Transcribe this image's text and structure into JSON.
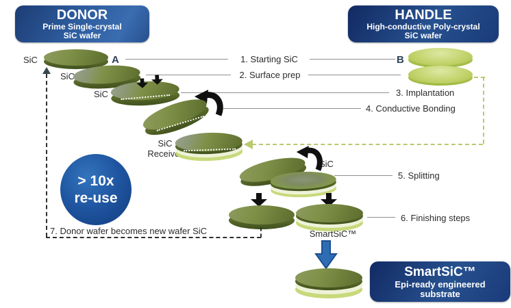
{
  "donor_box": {
    "title": "DONOR",
    "line1": "Prime Single-crystal",
    "line2": "SiC wafer"
  },
  "handle_box": {
    "title": "HANDLE",
    "line1": "High-conductive Poly-crystal",
    "line2": "SiC wafer"
  },
  "result_box": {
    "title": "SmartSiC™",
    "line1": "Epi-ready engineered",
    "line2": "substrate"
  },
  "steps": [
    {
      "label": "1. Starting SiC"
    },
    {
      "label": "2. Surface prep"
    },
    {
      "label": "3. Implantation"
    },
    {
      "label": "4. Conductive Bonding"
    },
    {
      "label": "5. Splitting"
    },
    {
      "label": "6. Finishing steps"
    },
    {
      "label": "7. Donor wafer becomes new wafer SiC"
    }
  ],
  "markers": {
    "a": "A",
    "b": "B"
  },
  "labels": {
    "sic1": "SiC",
    "sic2": "SiC",
    "sic3": "SiC",
    "receiver_line1": "SiC",
    "receiver_line2": "Receiver",
    "split_sic": "SiC",
    "smartsic_wafer": "SmartSiC™"
  },
  "reuse_badge": {
    "line1": "> 10x",
    "line2": "re-use"
  },
  "colors": {
    "box_blue_dark": "#16306b",
    "box_blue_light": "#2f61a5",
    "donor_wafer_green": "#74863a",
    "handle_wafer_green": "#c3d46d",
    "connector_gray": "#8f8f8f",
    "dashed_return_black": "#2e2e2e",
    "dashed_handle_green": "#b9c96f",
    "result_arrow_blue": "#2e6db4"
  }
}
